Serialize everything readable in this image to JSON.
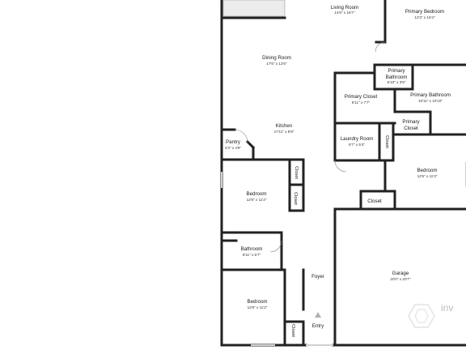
{
  "rooms": {
    "living": {
      "name": "Living Room",
      "dim": "14'6\" x 16'7\""
    },
    "primary_bedroom": {
      "name": "Primary Bedroom",
      "dim": "12'3\" x 15'4\""
    },
    "dining": {
      "name": "Dining Room",
      "dim": "17'6\" x 12'6\""
    },
    "primary_bath_small": {
      "name": "Primary Bathroom",
      "dim": "5'10\" x 3'6\""
    },
    "primary_closet": {
      "name": "Primary Closet",
      "dim": "8'11\" x 7'7\""
    },
    "primary_bathroom": {
      "name": "Primary Bathroom",
      "dim": "10'11\" x 10'10\""
    },
    "primary_closet_small": {
      "name": "Primary Closet"
    },
    "kitchen": {
      "name": "Kitchen",
      "dim": "17'11\" x 8'9\""
    },
    "pantry": {
      "name": "Pantry",
      "dim": "4'3\" x 4'9\""
    },
    "laundry": {
      "name": "Laundry Room",
      "dim": "6'7\" x 5'4\""
    },
    "closet_laundry": {
      "name": "Closet"
    },
    "bedroom_right": {
      "name": "Bedroom",
      "dim": "12'5\" x 11'3\""
    },
    "closet_a": {
      "name": "Closet"
    },
    "closet_b": {
      "name": "Closet"
    },
    "bedroom_1": {
      "name": "Bedroom",
      "dim": "12'8\" x 11'2\""
    },
    "closet_right": {
      "name": "Closet"
    },
    "bathroom": {
      "name": "Bathroom",
      "dim": "8'11\" x 5'7\""
    },
    "garage": {
      "name": "Garage",
      "dim": "20'0\" x 20'7\""
    },
    "foyer": {
      "name": "Foyer"
    },
    "bedroom_2": {
      "name": "Bedroom",
      "dim": "12'8\" x 11'2\""
    },
    "closet_c": {
      "name": "Closet"
    },
    "entry": {
      "name": "Entry"
    }
  },
  "watermark": {
    "text": "inv",
    "color": "#bdbdbd"
  },
  "colors": {
    "wall": "#222222",
    "background": "#ffffff",
    "window": "#cfcfcf"
  }
}
